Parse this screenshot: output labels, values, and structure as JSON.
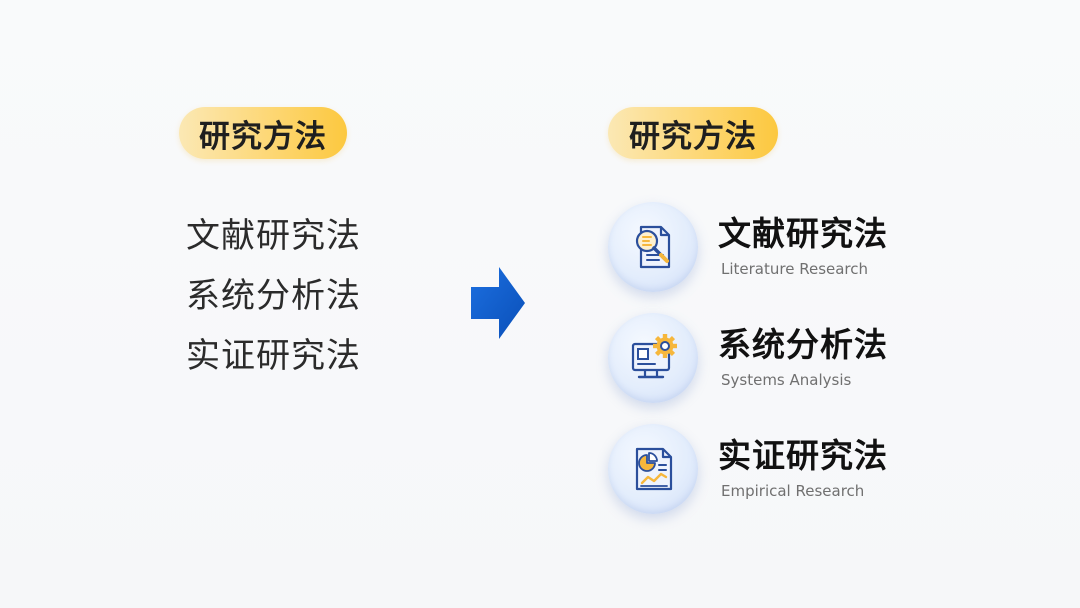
{
  "left": {
    "heading": "研究方法",
    "items": [
      "文献研究法",
      "系统分析法",
      "实证研究法"
    ]
  },
  "right": {
    "heading": "研究方法",
    "items": [
      {
        "title": "文献研究法",
        "subtitle": "Literature Research",
        "icon": "document-magnifier-icon"
      },
      {
        "title": "系统分析法",
        "subtitle": "Systems Analysis",
        "icon": "monitor-gear-icon"
      },
      {
        "title": "实证研究法",
        "subtitle": "Empirical Research",
        "icon": "report-chart-icon"
      }
    ]
  },
  "arrow": {
    "icon": "right-arrow-icon",
    "color": "#0b57c9"
  },
  "colors": {
    "pill_gradient_start": "#fbe8b4",
    "pill_gradient_end": "#fcc83f",
    "icon_stroke": "#2b4f9c",
    "icon_accent": "#f6b73c",
    "circle_bg": "#e3edfc",
    "background": "#f7f8fa"
  }
}
